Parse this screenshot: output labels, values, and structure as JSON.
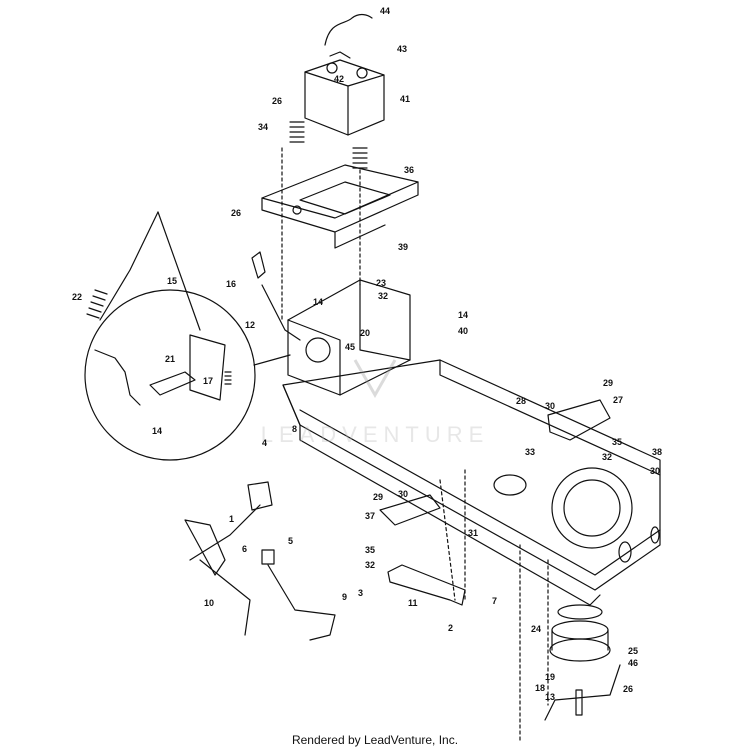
{
  "diagram": {
    "callouts": [
      "1",
      "2",
      "3",
      "4",
      "5",
      "6",
      "7",
      "8",
      "9",
      "10",
      "11",
      "12",
      "13",
      "14",
      "14",
      "14",
      "15",
      "16",
      "17",
      "18",
      "19",
      "20",
      "21",
      "22",
      "23",
      "24",
      "25",
      "26",
      "26",
      "26",
      "27",
      "28",
      "29",
      "29",
      "30",
      "30",
      "30",
      "31",
      "32",
      "32",
      "32",
      "33",
      "34",
      "35",
      "35",
      "36",
      "37",
      "38",
      "39",
      "40",
      "41",
      "42",
      "43",
      "44",
      "45",
      "46"
    ],
    "watermark": "LEADVENTURE"
  },
  "footer": {
    "text": "Rendered by LeadVenture, Inc."
  },
  "colors": {
    "line": "#111111",
    "background": "#ffffff",
    "watermark": "#d9d9d9"
  }
}
